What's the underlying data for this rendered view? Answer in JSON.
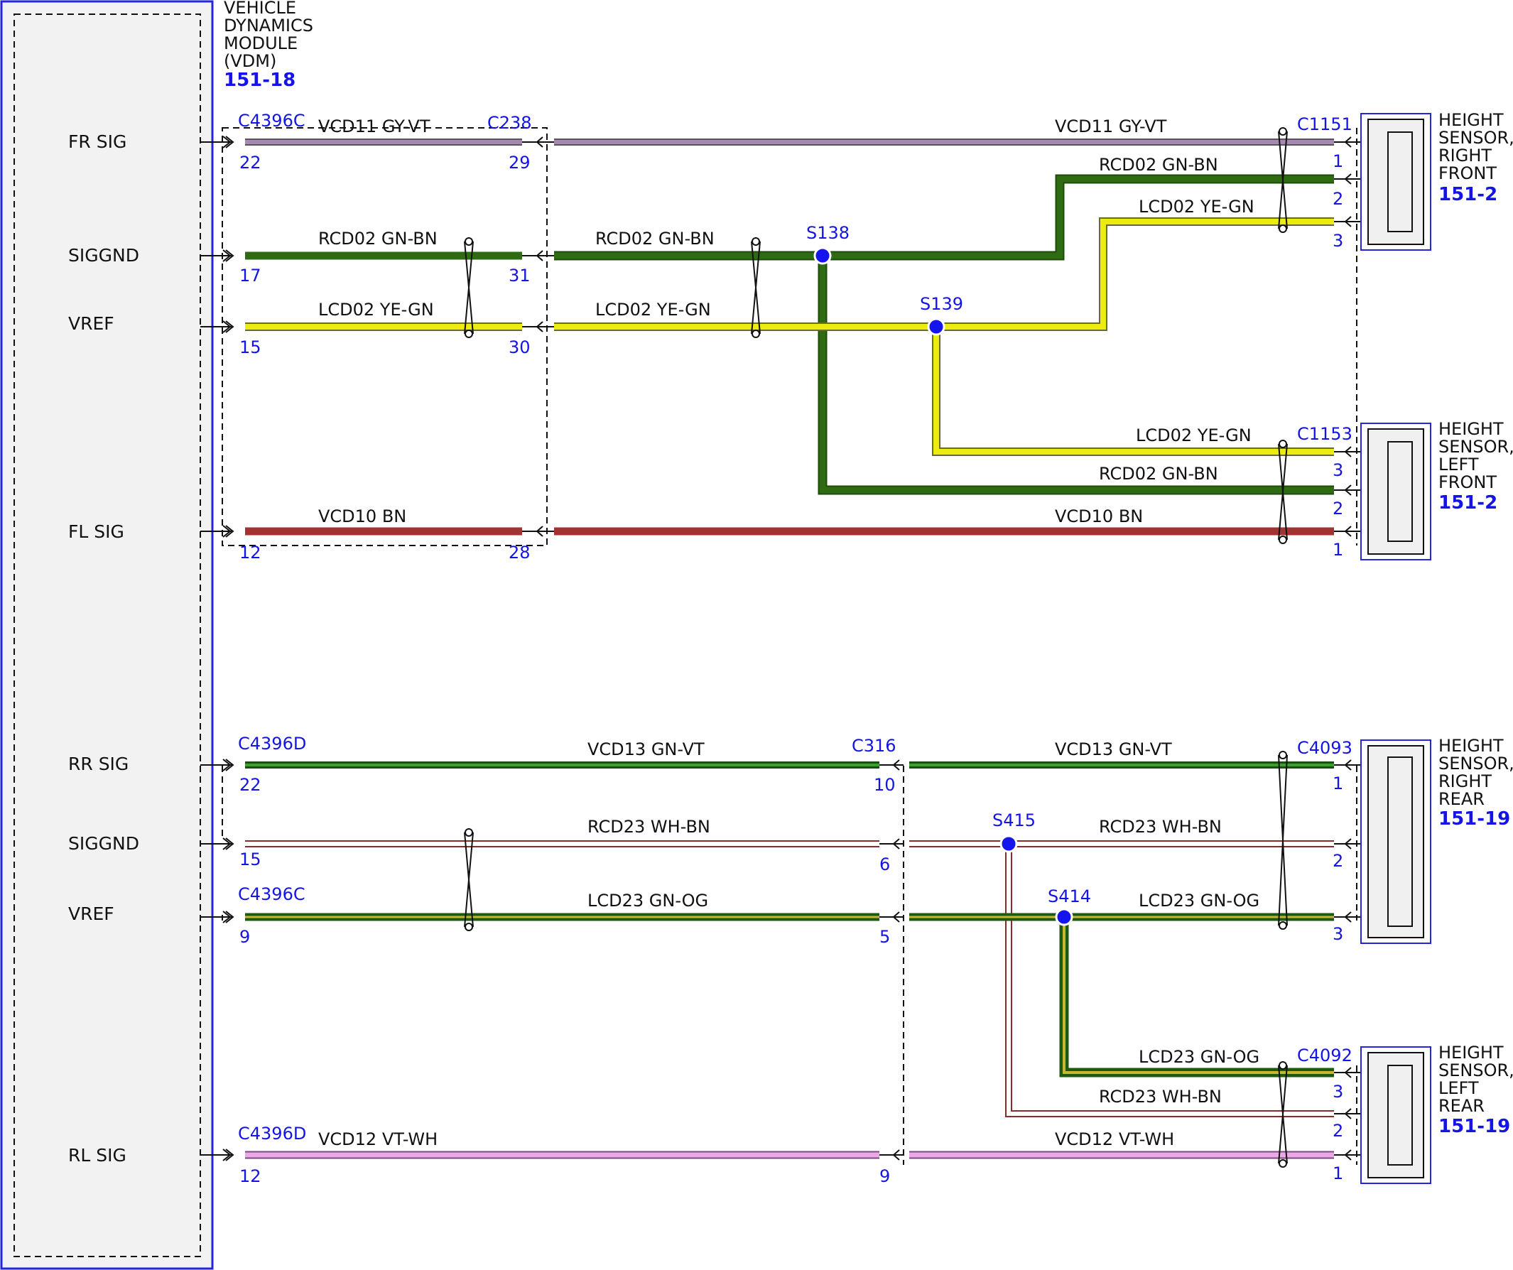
{
  "module": {
    "name_lines": [
      "VEHICLE",
      "DYNAMICS",
      "MODULE",
      "(VDM)"
    ],
    "ref": "151-18",
    "pins": [
      "FR SIG",
      "SIGGND",
      "VREF",
      "FL SIG",
      "RR SIG",
      "SIGGND",
      "VREF",
      "RL SIG"
    ]
  },
  "sensors": [
    {
      "id": "fr",
      "name_lines": [
        "HEIGHT",
        "SENSOR,",
        "RIGHT",
        "FRONT"
      ],
      "ref": "151-2",
      "connector": "C1151",
      "pins": [
        "1",
        "2",
        "3"
      ]
    },
    {
      "id": "fl",
      "name_lines": [
        "HEIGHT",
        "SENSOR,",
        "LEFT",
        "FRONT"
      ],
      "ref": "151-2",
      "connector": "C1153",
      "pins": [
        "3",
        "2",
        "1"
      ]
    },
    {
      "id": "rr",
      "name_lines": [
        "HEIGHT",
        "SENSOR,",
        "RIGHT",
        "REAR"
      ],
      "ref": "151-19",
      "connector": "C4093",
      "pins": [
        "1",
        "2",
        "3"
      ]
    },
    {
      "id": "rl",
      "name_lines": [
        "HEIGHT",
        "SENSOR,",
        "LEFT",
        "REAR"
      ],
      "ref": "151-19",
      "connector": "C4092",
      "pins": [
        "3",
        "2",
        "1"
      ]
    }
  ],
  "connectors": {
    "c4396c_top": "C4396C",
    "c238": "C238",
    "c4396d_rr": "C4396D",
    "c316": "C316",
    "c4396c_vref": "C4396C",
    "c4396d_rl": "C4396D"
  },
  "pin_numbers": {
    "vdm_front": [
      "22",
      "17",
      "15",
      "12"
    ],
    "c238": [
      "29",
      "31",
      "30",
      "28"
    ],
    "vdm_rear": [
      "22",
      "15",
      "9",
      "12"
    ],
    "c316": [
      "10",
      "6",
      "5",
      "9"
    ]
  },
  "splices": [
    "S138",
    "S139",
    "S415",
    "S414"
  ],
  "wire_labels": {
    "fr_a": "VCD11  GY-VT",
    "fr_b": "VCD11  GY-VT",
    "fr_gnd_c": "RCD02  GN-BN",
    "fr_vref_c": "LCD02  YE-GN",
    "sg_a": "RCD02  GN-BN",
    "sg_b": "RCD02  GN-BN",
    "vr_a": "LCD02  YE-GN",
    "vr_b": "LCD02  YE-GN",
    "fl_vref_c": "LCD02  YE-GN",
    "fl_gnd_c": "RCD02  GN-BN",
    "fl_a": "VCD10  BN",
    "fl_b": "VCD10  BN",
    "rr_a": "VCD13  GN-VT",
    "rr_b": "VCD13  GN-VT",
    "rsg_a": "RCD23  WH-BN",
    "rsg_b": "RCD23  WH-BN",
    "rvr_a": "LCD23  GN-OG",
    "rvr_b": "LCD23  GN-OG",
    "rl_vref_c": "LCD23  GN-OG",
    "rl_gnd_c": "RCD23  WH-BN",
    "rl_a": "VCD12  VT-WH",
    "rl_b": "VCD12  VT-WH"
  },
  "colors": {
    "module_border": "#2525e0",
    "module_fill": "#f2f2f2",
    "splice": "#1414ee",
    "connector_text": "#1414e6",
    "gy_vt": "#aa88b4",
    "gn_bn": "#2e6b12",
    "ye_gn": "#ecec10",
    "bn": "#a33232",
    "gn_vt": "#2a7a22",
    "wh_bn": "#ffffff",
    "gn_og": "#2f7d1c",
    "vt_wh": "#eaa8ea"
  }
}
